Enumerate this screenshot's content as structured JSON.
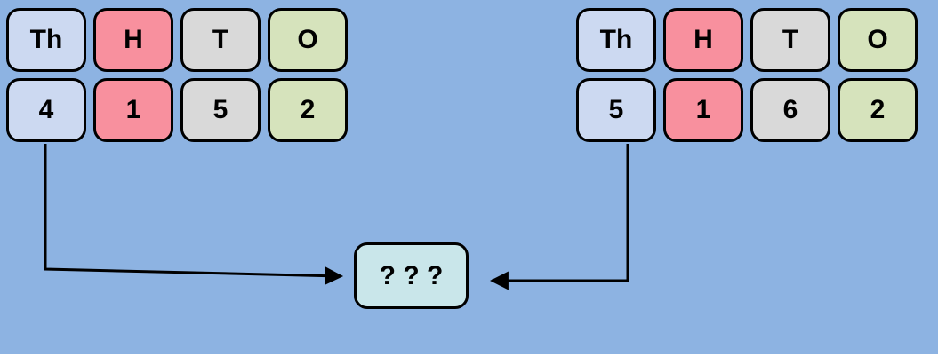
{
  "colors": {
    "background": "#8db3e2",
    "bottom_strip": "#ffffff",
    "thousands": "#ccd9f1",
    "hundreds": "#f8909e",
    "tens": "#d9d9d9",
    "ones": "#d6e3bc",
    "result": "#c9e6ea",
    "line": "#000000"
  },
  "left_chart": {
    "headers": [
      "Th",
      "H",
      "T",
      "O"
    ],
    "digits": [
      "4",
      "1",
      "5",
      "2"
    ]
  },
  "right_chart": {
    "headers": [
      "Th",
      "H",
      "T",
      "O"
    ],
    "digits": [
      "5",
      "1",
      "6",
      "2"
    ]
  },
  "result": {
    "label": "? ? ?"
  }
}
